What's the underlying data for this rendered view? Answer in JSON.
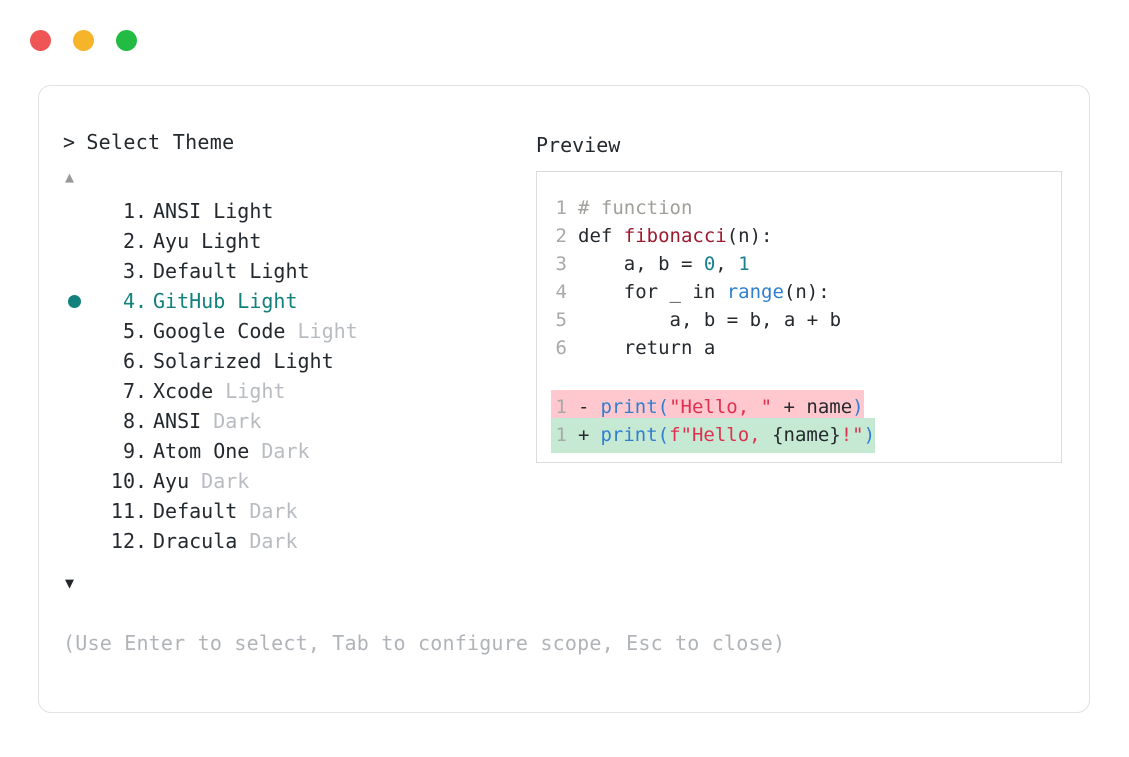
{
  "window": {
    "traffic_lights": [
      {
        "name": "close-dot",
        "color": "#f05555"
      },
      {
        "name": "minimize-dot",
        "color": "#f5b429"
      },
      {
        "name": "maximize-dot",
        "color": "#22bb44"
      }
    ]
  },
  "selector": {
    "prompt_caret": ">",
    "title": "Select Theme",
    "scroll_up": "▲",
    "scroll_down": "▼",
    "selected_index": 4,
    "accent_color": "#12807d",
    "items": [
      {
        "index": "1.",
        "name": "ANSI",
        "variant": "Light",
        "variant_muted": false
      },
      {
        "index": "2.",
        "name": "Ayu",
        "variant": "Light",
        "variant_muted": false
      },
      {
        "index": "3.",
        "name": "Default",
        "variant": "Light",
        "variant_muted": false
      },
      {
        "index": "4.",
        "name": "GitHub",
        "variant": "Light",
        "variant_muted": false
      },
      {
        "index": "5.",
        "name": "Google Code",
        "variant": "Light",
        "variant_muted": true
      },
      {
        "index": "6.",
        "name": "Solarized",
        "variant": "Light",
        "variant_muted": false
      },
      {
        "index": "7.",
        "name": "Xcode",
        "variant": "Light",
        "variant_muted": true
      },
      {
        "index": "8.",
        "name": "ANSI",
        "variant": "Dark",
        "variant_muted": true
      },
      {
        "index": "9.",
        "name": "Atom One",
        "variant": "Dark",
        "variant_muted": true
      },
      {
        "index": "10.",
        "name": "Ayu",
        "variant": "Dark",
        "variant_muted": true
      },
      {
        "index": "11.",
        "name": "Default",
        "variant": "Dark",
        "variant_muted": true
      },
      {
        "index": "12.",
        "name": "Dracula",
        "variant": "Dark",
        "variant_muted": true
      }
    ]
  },
  "hint": "(Use Enter to select, Tab to configure scope, Esc to close)",
  "preview": {
    "label": "Preview",
    "code_lines": [
      {
        "num": "1",
        "tokens": [
          {
            "t": "# function",
            "c": "c-comment"
          }
        ]
      },
      {
        "num": "2",
        "tokens": [
          {
            "t": "def ",
            "c": "c-kw"
          },
          {
            "t": "fibonacci",
            "c": "c-fn"
          },
          {
            "t": "(n):",
            "c": "c-plain"
          }
        ]
      },
      {
        "num": "3",
        "tokens": [
          {
            "t": "    a, b = ",
            "c": "c-plain"
          },
          {
            "t": "0",
            "c": "c-num"
          },
          {
            "t": ", ",
            "c": "c-plain"
          },
          {
            "t": "1",
            "c": "c-num"
          }
        ]
      },
      {
        "num": "4",
        "tokens": [
          {
            "t": "    for _ in ",
            "c": "c-plain"
          },
          {
            "t": "range",
            "c": "c-builtin"
          },
          {
            "t": "(n):",
            "c": "c-plain"
          }
        ]
      },
      {
        "num": "5",
        "tokens": [
          {
            "t": "        a, b = b, a + b",
            "c": "c-plain"
          }
        ]
      },
      {
        "num": "6",
        "tokens": [
          {
            "t": "    return a",
            "c": "c-plain"
          }
        ]
      }
    ],
    "diff_lines": [
      {
        "num": "1",
        "sign": "-",
        "kind": "del",
        "bg": "#ffc7ce",
        "tokens": [
          {
            "t": "print",
            "c": "c-builtin"
          },
          {
            "t": "(",
            "c": "c-paren"
          },
          {
            "t": "\"Hello, \"",
            "c": "c-str"
          },
          {
            "t": " + name",
            "c": "c-plain"
          },
          {
            "t": ")",
            "c": "c-paren"
          }
        ]
      },
      {
        "num": "1",
        "sign": "+",
        "kind": "add",
        "bg": "#c6e9d3",
        "tokens": [
          {
            "t": "print",
            "c": "c-builtin"
          },
          {
            "t": "(",
            "c": "c-paren"
          },
          {
            "t": "f\"Hello, ",
            "c": "c-str"
          },
          {
            "t": "{name}",
            "c": "c-plain"
          },
          {
            "t": "!\"",
            "c": "c-str"
          },
          {
            "t": ")",
            "c": "c-paren"
          }
        ]
      }
    ]
  }
}
